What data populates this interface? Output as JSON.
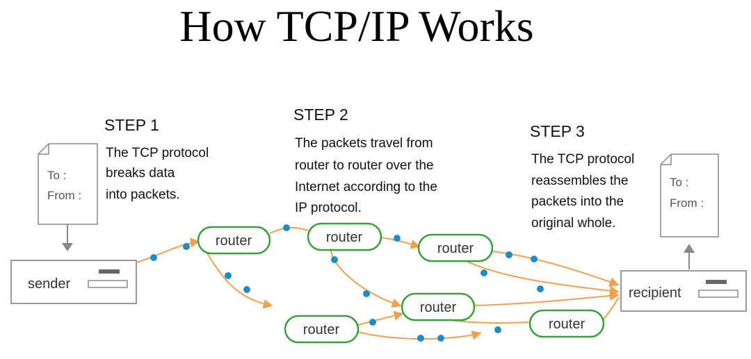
{
  "title": "How TCP/IP Works",
  "steps": [
    {
      "heading": "STEP 1",
      "lines": [
        "The TCP protocol",
        "breaks data",
        "into packets."
      ]
    },
    {
      "heading": "STEP 2",
      "lines": [
        "The packets travel from",
        "router to router over the",
        "Internet according to the",
        "IP protocol."
      ]
    },
    {
      "heading": "STEP 3",
      "lines": [
        "The TCP protocol",
        "reassembles the",
        "packets into the",
        "original whole."
      ]
    }
  ],
  "documents": {
    "sender_doc": {
      "to": "To :",
      "from": "From :"
    },
    "recipient_doc": {
      "to": "To :",
      "from": "From :"
    }
  },
  "hosts": {
    "sender": "sender",
    "recipient": "recipient"
  },
  "routers": [
    "router",
    "router",
    "router",
    "router",
    "router",
    "router"
  ],
  "colors": {
    "router_border": "#3a9e3a",
    "path": "#f0a050",
    "packet": "#1f8cc8",
    "box_border": "#888888"
  }
}
